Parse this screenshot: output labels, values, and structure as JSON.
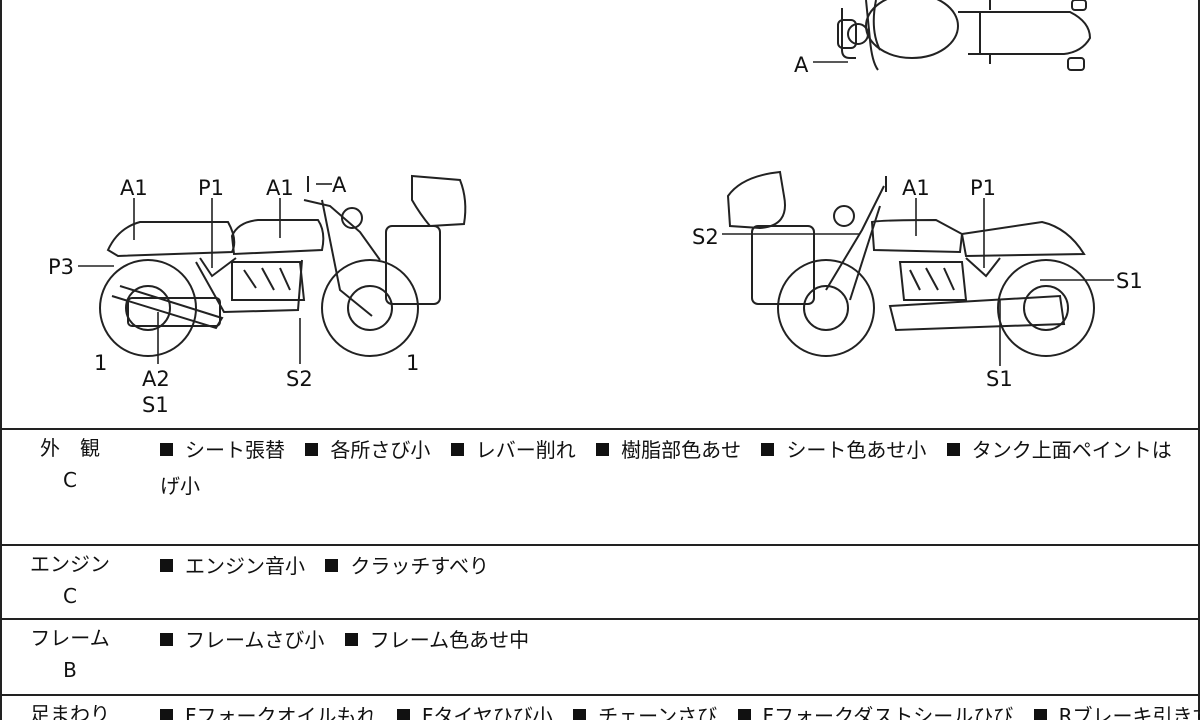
{
  "diagram": {
    "top_view_labels": [
      "A"
    ],
    "left_view_labels": [
      "A1",
      "P1",
      "A1",
      "A",
      "P3",
      "1",
      "A2",
      "S1",
      "S2",
      "1"
    ],
    "right_view_labels": [
      "A1",
      "P1",
      "S2",
      "S1",
      "S1"
    ]
  },
  "rows": [
    {
      "category": "外　観",
      "grade": "C",
      "items": [
        "シート張替",
        "各所さび小",
        "レバー削れ",
        "樹脂部色あせ",
        "シート色あせ小",
        "タンク上面ペイントはげ小"
      ]
    },
    {
      "category": "エンジン",
      "grade": "C",
      "items": [
        "エンジン音小",
        "クラッチすべり"
      ]
    },
    {
      "category": "フレーム",
      "grade": "B",
      "items": [
        "フレームさび小",
        "フレーム色あせ中"
      ]
    },
    {
      "category": "足まわり",
      "grade": "",
      "items": [
        "Fフォークオイルもれ",
        "Fタイヤひび小",
        "チェーンさび",
        "Fフォークダストシールひび",
        "Rブレーキ引きず"
      ]
    }
  ]
}
